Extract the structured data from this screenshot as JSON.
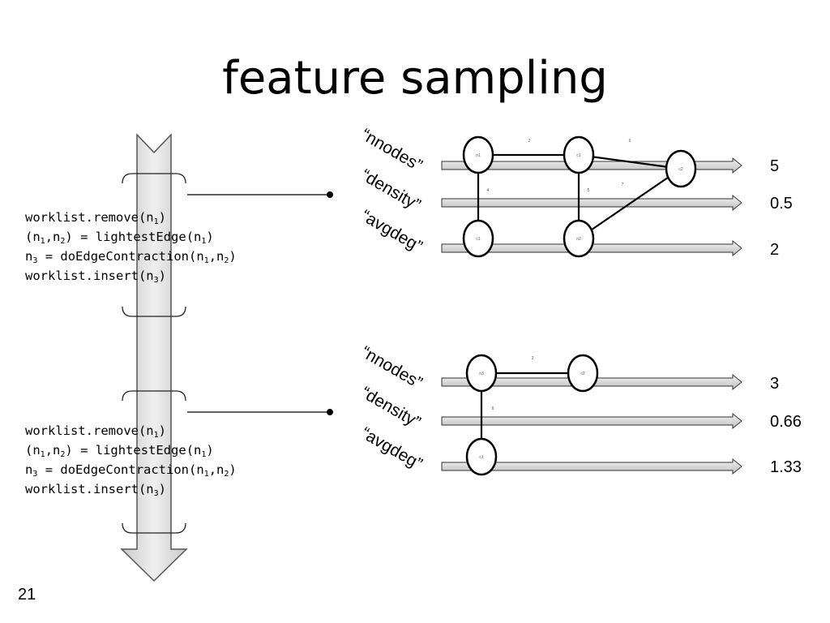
{
  "slide": {
    "title": "feature sampling",
    "number": "21"
  },
  "code_blocks": [
    {
      "lines": [
        {
          "pre": "worklist.remove(n",
          "s1": "1",
          "mid": ")",
          "s2": "",
          "post": "",
          "s3": "",
          "end": ""
        },
        {
          "pre": "(n",
          "s1": "1",
          "mid": ",n",
          "s2": "2",
          "post": ") = lightestEdge(n",
          "s3": "1",
          "end": ")"
        },
        {
          "pre": "n",
          "s1": "3",
          "mid": " = doEdgeContraction(n",
          "s2": "1",
          "post": ",n",
          "s3": "2",
          "end": ")"
        },
        {
          "pre": "worklist.insert(n",
          "s1": "3",
          "mid": ")",
          "s2": "",
          "post": "",
          "s3": "",
          "end": ""
        }
      ]
    },
    {
      "lines": [
        {
          "pre": "worklist.remove(n",
          "s1": "1",
          "mid": ")",
          "s2": "",
          "post": "",
          "s3": "",
          "end": ""
        },
        {
          "pre": "(n",
          "s1": "1",
          "mid": ",n",
          "s2": "2",
          "post": ") = lightestEdge(n",
          "s3": "1",
          "end": ")"
        },
        {
          "pre": "n",
          "s1": "3",
          "mid": " = doEdgeContraction(n",
          "s2": "1",
          "post": ",n",
          "s3": "2",
          "end": ")"
        },
        {
          "pre": "worklist.insert(n",
          "s1": "3",
          "mid": ")",
          "s2": "",
          "post": "",
          "s3": "",
          "end": ""
        }
      ]
    }
  ],
  "feature_panels": [
    {
      "features": [
        {
          "label": "“nnodes”",
          "value": "5"
        },
        {
          "label": "“density”",
          "value": "0.5"
        },
        {
          "label": "“avgdeg”",
          "value": "2"
        }
      ],
      "node_labels": [
        "n1",
        "c1",
        "c2",
        "c1",
        "n2"
      ],
      "edge_weights": [
        "2",
        "6",
        "4",
        "5",
        "7"
      ]
    },
    {
      "features": [
        {
          "label": "“nnodes”",
          "value": "3"
        },
        {
          "label": "“density”",
          "value": "0.66"
        },
        {
          "label": "“avgdeg”",
          "value": "1.33"
        }
      ],
      "node_labels": [
        "n3",
        "c3",
        "c1"
      ],
      "edge_weights": [
        "2",
        "6"
      ]
    }
  ]
}
